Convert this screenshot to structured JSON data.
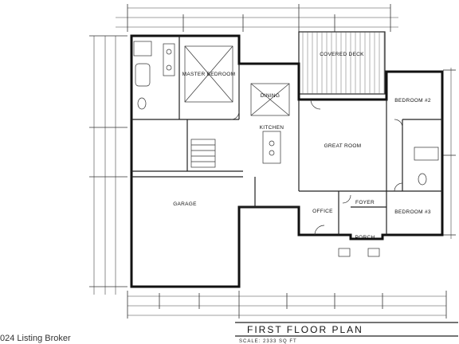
{
  "rooms": {
    "master_bedroom": "MASTER BEDROOM",
    "covered_deck": "COVERED DECK",
    "dining": "DINING",
    "kitchen": "KITCHEN",
    "great_room": "GREAT ROOM",
    "bedroom_2": "BEDROOM #2",
    "garage": "GARAGE",
    "office": "OFFICE",
    "foyer": "FOYER",
    "porch": "PORCH",
    "bedroom_3": "BEDROOM #3"
  },
  "title_block": {
    "title": "FIRST FLOOR PLAN",
    "scale": "SCALE: 2333 SQ FT"
  },
  "watermark": "024 Listing Broker"
}
